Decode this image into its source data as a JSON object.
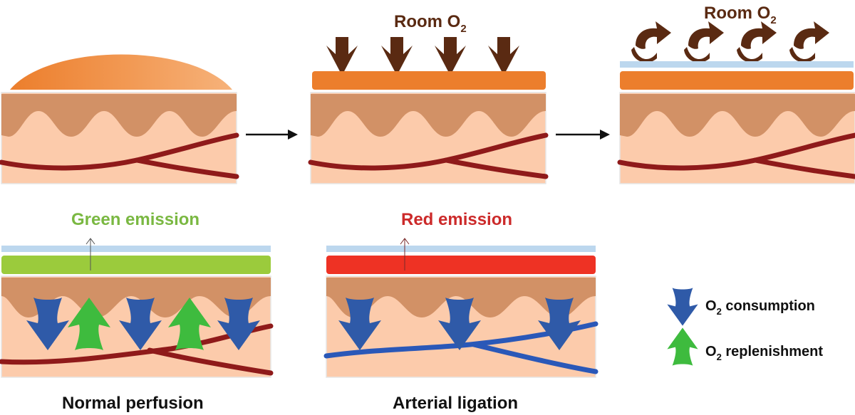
{
  "panel2": {
    "title": "Room O",
    "title_sub": "2"
  },
  "panel3": {
    "title": "Room O",
    "title_sub": "2"
  },
  "normal": {
    "emission": "Green emission",
    "caption": "Normal perfusion"
  },
  "ligation": {
    "emission": "Red emission",
    "caption": "Arterial ligation"
  },
  "legend": {
    "consumption_prefix": "O",
    "consumption_sub": "2",
    "consumption_text": " consumption",
    "replenishment_prefix": "O",
    "replenishment_sub": "2",
    "replenishment_text": " replenishment"
  },
  "colors": {
    "skin": "#fccbab",
    "dermis": "#d29166",
    "vessel_arterial": "#8f1a1a",
    "vessel_ligated": "#2a58b8",
    "bandage_orange": "#ec7e2c",
    "film_blue": "#bcd7ee",
    "green_emission": "#9bcb3c",
    "red_emission": "#ee3224",
    "arrow_brown": "#5a2a12",
    "arrow_blue": "#2f5aa8",
    "arrow_green": "#3ebb3e",
    "text_green": "#7ab842",
    "text_red": "#cc2a2a"
  }
}
